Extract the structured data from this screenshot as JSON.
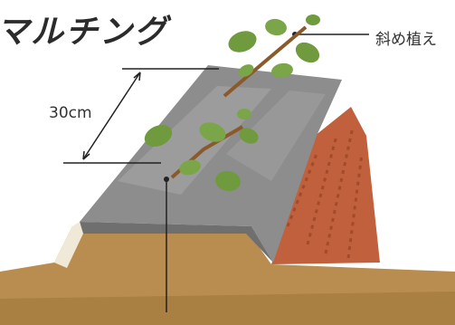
{
  "title": "マルチング",
  "labels": {
    "diagonal_planting": "斜め植え",
    "ridge_height": "30cm"
  },
  "colors": {
    "mulch": "#8d8d8d",
    "soil": "#b98c4f",
    "cut_soil": "#c0603c",
    "leaf": "#6f9a3e",
    "stem": "#8b5a2b"
  }
}
